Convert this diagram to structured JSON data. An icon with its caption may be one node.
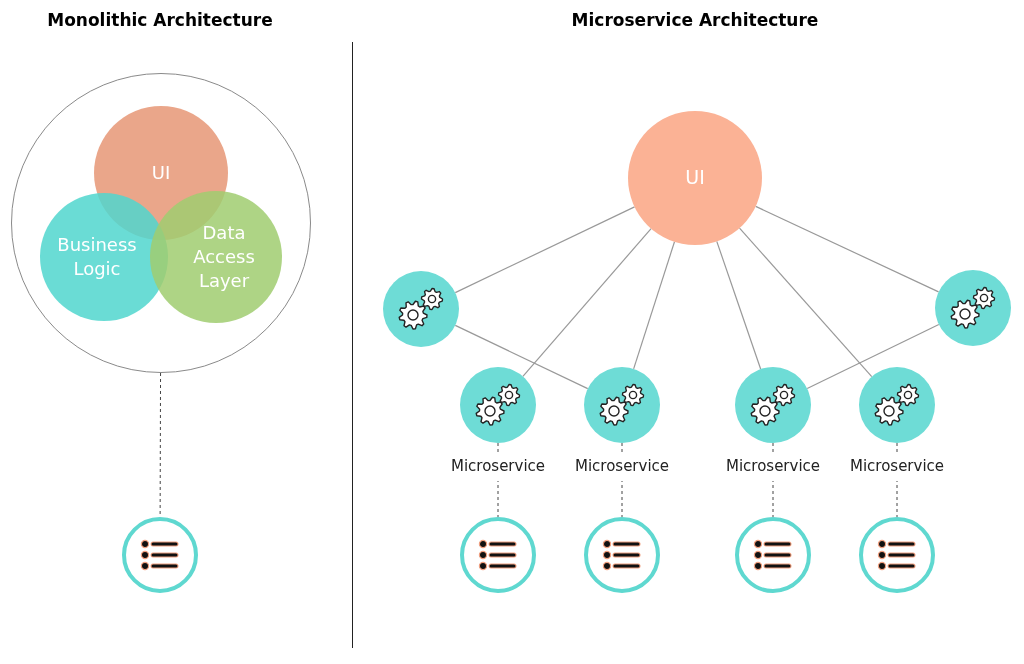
{
  "diagram": {
    "nodes": [
      {
        "text": [],
        "shape": "circle"
      },
      {
        "text": [
          "UI"
        ],
        "in": 0
      },
      {
        "text": [
          "Business Logic"
        ],
        "in": 0
      },
      {
        "text": [
          "Data Access Layer"
        ],
        "in": 0
      },
      {
        "text": [],
        "shape": "circle"
      },
      {
        "text": [
          "UI"
        ]
      },
      {
        "text": [],
        "shape": "circle"
      },
      {
        "text": [],
        "shape": "circle"
      },
      {
        "text": [],
        "shape": "circle",
        "beside": [
          "Microservice"
        ]
      },
      {
        "text": [],
        "shape": "circle",
        "beside": [
          "Microservice"
        ]
      },
      {
        "text": [],
        "shape": "circle",
        "beside": [
          "Microservice"
        ]
      },
      {
        "text": [],
        "shape": "circle",
        "beside": [
          "Microservice"
        ]
      },
      {
        "text": [],
        "shape": "circle"
      },
      {
        "text": [],
        "shape": "circle"
      },
      {
        "text": [],
        "shape": "circle"
      },
      {
        "text": [],
        "shape": "circle"
      }
    ],
    "edges": [
      {
        "from": 0,
        "to": 4,
        "arrow": "none",
        "style": "dashed"
      },
      {
        "from": 5,
        "to": 6,
        "arrow": "none"
      },
      {
        "from": 5,
        "to": 8,
        "arrow": "none"
      },
      {
        "from": 5,
        "to": 9,
        "arrow": "none"
      },
      {
        "from": 5,
        "to": 10,
        "arrow": "none"
      },
      {
        "from": 5,
        "to": 11,
        "arrow": "none"
      },
      {
        "from": 5,
        "to": 7,
        "arrow": "none"
      },
      {
        "from": 6,
        "to": 9,
        "arrow": "none"
      },
      {
        "from": 7,
        "to": 10,
        "arrow": "none"
      },
      {
        "from": 8,
        "to": 12,
        "arrow": "none",
        "style": "dashed"
      },
      {
        "from": 9,
        "to": 13,
        "arrow": "none",
        "style": "dashed"
      },
      {
        "from": 10,
        "to": 14,
        "arrow": "none",
        "style": "dashed"
      },
      {
        "from": 11,
        "to": 15,
        "arrow": "none",
        "style": "dashed"
      }
    ],
    "labels": [
      "Monolithic Architecture",
      "Microservice Architecture"
    ]
  }
}
